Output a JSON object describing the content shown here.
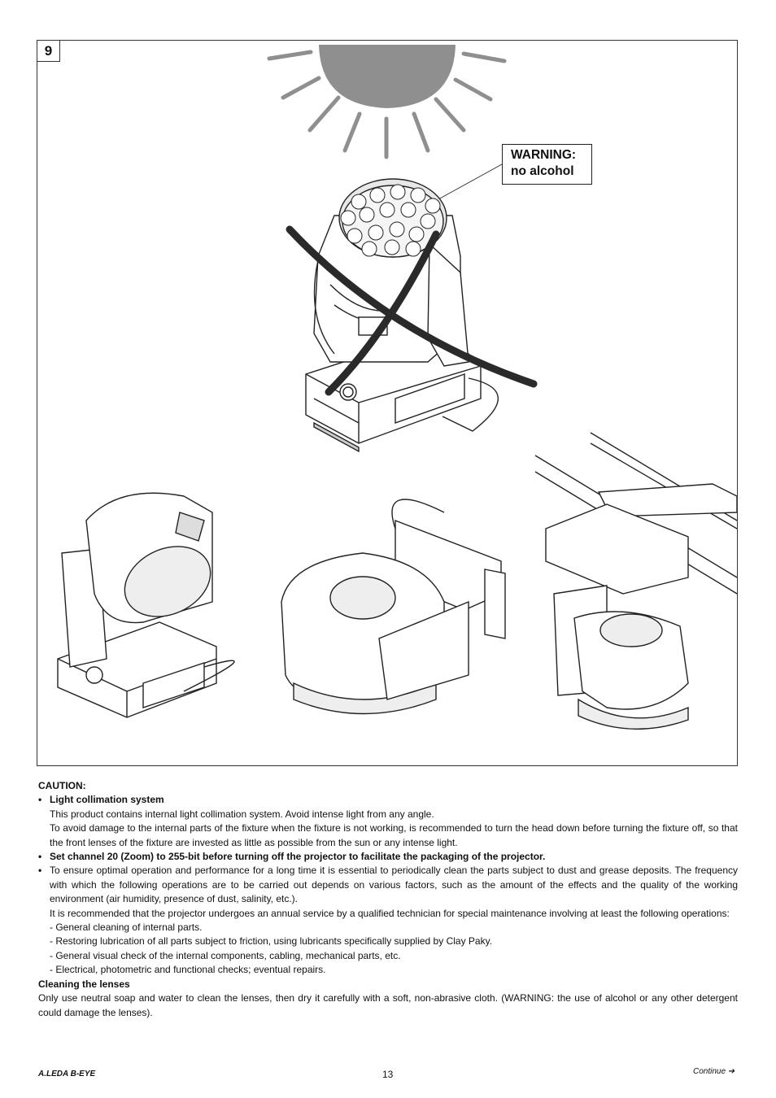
{
  "figure": {
    "number": "9",
    "warning_line1": "WARNING:",
    "warning_line2": "no alcohol"
  },
  "caution": {
    "heading": "CAUTION:",
    "bullet1_title": "Light collimation system",
    "bullet1_p1": "This product contains internal light collimation system. Avoid intense light from any angle.",
    "bullet1_p2": "To avoid damage to the internal parts of the fixture when the fixture is not working, is recommended to turn the head down before turning the fixture off, so that the front lenses of the fixture are invested as little as possible from the sun or any intense light.",
    "bullet2": "Set channel 20 (Zoom) to 255-bit before turning off the projector to facilitate the packaging of the projector.",
    "bullet3_p1": "To ensure optimal operation and performance for a long time it is essential to periodically clean the parts subject to dust and grease deposits. The frequency with which the following operations are to be carried out depends on various factors, such as the amount of the effects and the quality of the working environment (air humidity, presence of dust, salinity, etc.).",
    "bullet3_p2": "It is recommended that the projector undergoes an annual service by a qualified technician for special maintenance involving at least the following operations:",
    "ops": [
      "- General cleaning of internal parts.",
      "- Restoring lubrication of all parts subject to friction, using lubricants specifically supplied by Clay Paky.",
      "- General visual check of the internal components, cabling, mechanical parts, etc.",
      "- Electrical, photometric and functional checks; eventual repairs."
    ]
  },
  "lenses": {
    "heading": "Cleaning the lenses",
    "text": "Only use neutral soap and water to clean the lenses, then dry it carefully with a soft, non-abrasive cloth. (WARNING: the use of alcohol or any other detergent could damage the lenses)."
  },
  "footer": {
    "product": "A.LEDA B-EYE",
    "page": "13",
    "continue": "Continue ➔"
  }
}
